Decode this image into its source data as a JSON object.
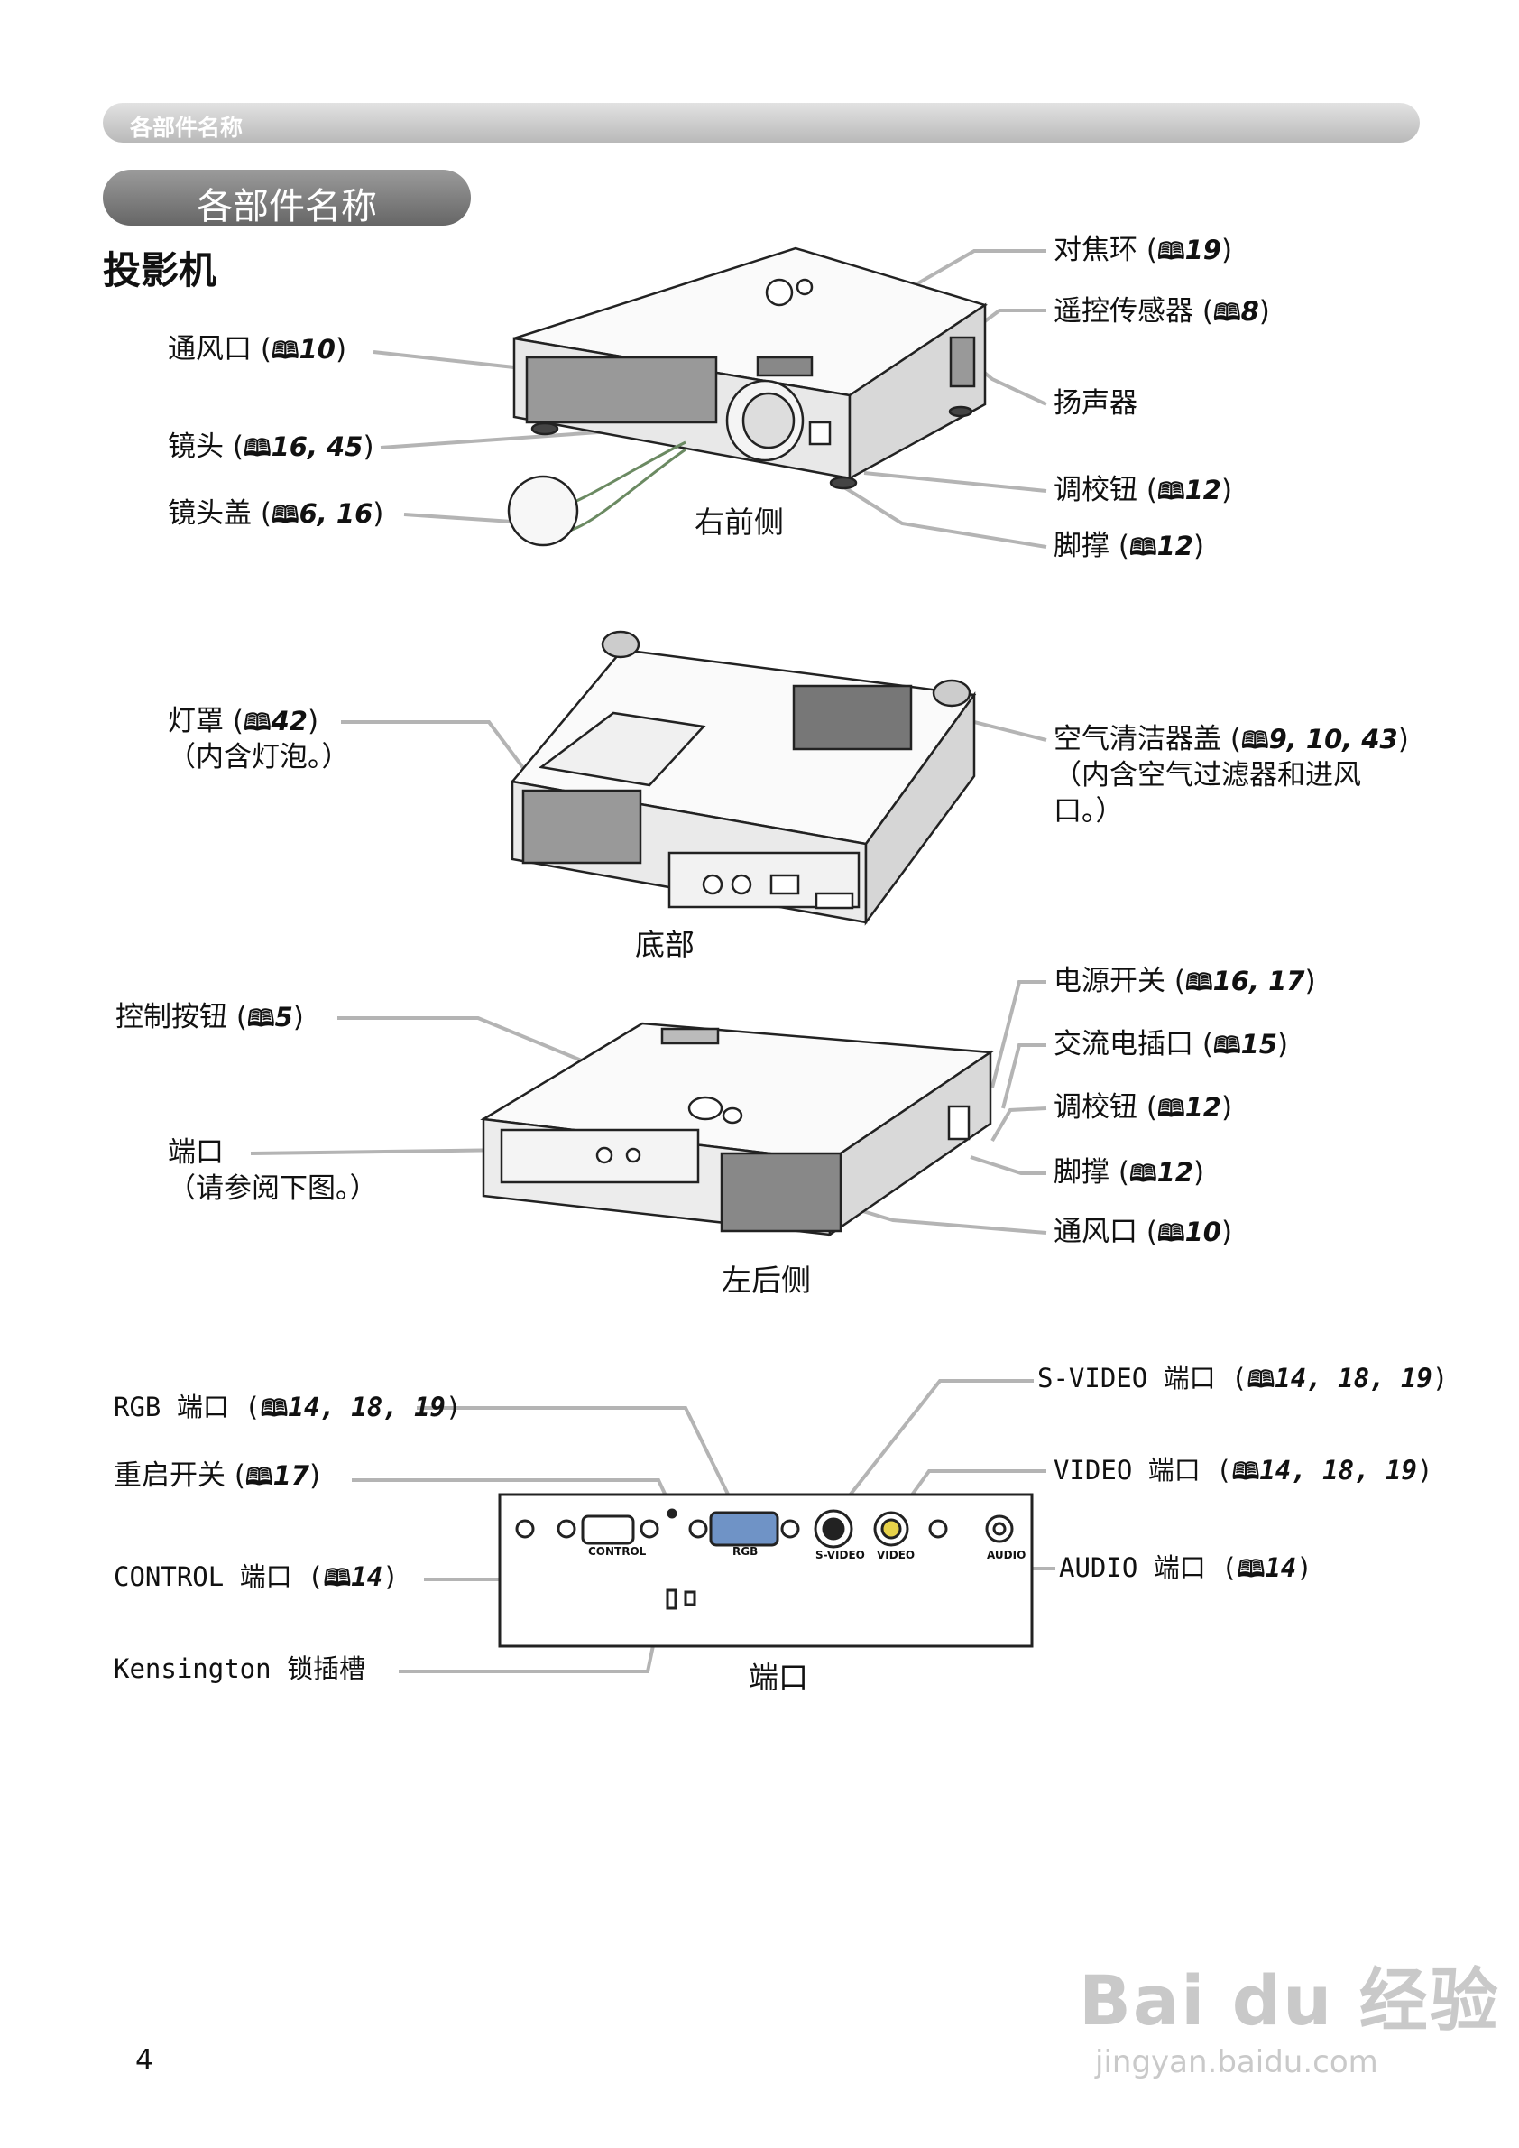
{
  "header": {
    "section_tab": "各部件名称"
  },
  "section": {
    "title": "各部件名称",
    "subtitle": "投影机"
  },
  "figure_front": {
    "caption": "右前侧",
    "labels": {
      "focus_ring": {
        "text": "对焦环 (",
        "ref": "19",
        "close": ")"
      },
      "remote_sensor": {
        "text": "遥控传感器 (",
        "ref": "8",
        "close": ")"
      },
      "speaker": {
        "text": "扬声器"
      },
      "vent": {
        "text": "通风口 (",
        "ref": "10",
        "close": ")"
      },
      "lens": {
        "text": "镜头 (",
        "ref": "16, 45",
        "close": ")"
      },
      "lens_cover": {
        "text": "镜头盖 (",
        "ref": "6, 16",
        "close": ")"
      },
      "adjust_button": {
        "text": "调校钮 (",
        "ref": "12",
        "close": ")"
      },
      "foot": {
        "text": "脚撑 (",
        "ref": "12",
        "close": ")"
      }
    }
  },
  "figure_bottom": {
    "caption": "底部",
    "labels": {
      "lamp_cover": {
        "text": "灯罩 (",
        "ref": "42",
        "close": ")",
        "note": "（内含灯泡。）"
      },
      "filter_cover": {
        "text": "空气清洁器盖 (",
        "ref": "9, 10, 43",
        "close": ")",
        "note1": "（内含空气过滤器和进风",
        "note2": "口。）"
      }
    }
  },
  "figure_rear": {
    "caption": "左后侧",
    "labels": {
      "control_buttons": {
        "text": "控制按钮 (",
        "ref": "5",
        "close": ")"
      },
      "ports": {
        "text": "端口",
        "note": "（请参阅下图。）"
      },
      "power_switch": {
        "text": "电源开关 (",
        "ref": "16, 17",
        "close": ")"
      },
      "ac_inlet": {
        "text": "交流电插口 (",
        "ref": "15",
        "close": ")"
      },
      "adjust_button": {
        "text": "调校钮 (",
        "ref": "12",
        "close": ")"
      },
      "foot": {
        "text": "脚撑 (",
        "ref": "12",
        "close": ")"
      },
      "vent": {
        "text": "通风口 (",
        "ref": "10",
        "close": ")"
      }
    }
  },
  "figure_ports": {
    "caption": "端口",
    "labels": {
      "rgb": {
        "text": "RGB 端口 (",
        "ref": "14, 18, 19",
        "close": ")"
      },
      "reset": {
        "text": "重启开关 (",
        "ref": "17",
        "close": ")"
      },
      "control": {
        "text": "CONTROL 端口 (",
        "ref": "14",
        "close": ")"
      },
      "kensington": {
        "text": "Kensington 锁插槽"
      },
      "svideo": {
        "text": "S-VIDEO 端口 (",
        "ref": "14, 18, 19",
        "close": ")"
      },
      "video": {
        "text": "VIDEO 端口 (",
        "ref": "14, 18, 19",
        "close": ")"
      },
      "audio": {
        "text": "AUDIO 端口 (",
        "ref": "14",
        "close": ")"
      }
    },
    "panel_labels": {
      "control": "CONTROL",
      "rgb": "RGB",
      "svideo": "S-VIDEO",
      "video": "VIDEO",
      "audio": "AUDIO"
    }
  },
  "book_icon": "book-icon",
  "page_number": "4",
  "watermark": {
    "logo": "Bai du 经验",
    "url": "jingyan.baidu.com"
  }
}
